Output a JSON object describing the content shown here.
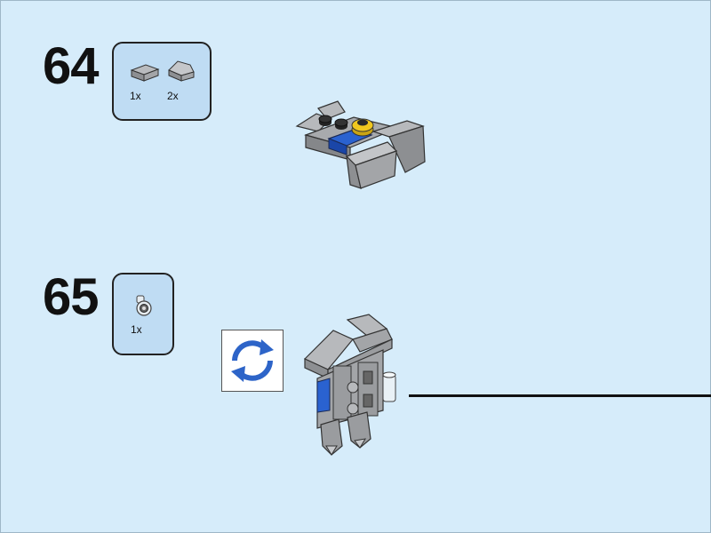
{
  "steps": [
    {
      "number": "64",
      "parts": [
        {
          "quantity": "1x",
          "icon": "grey-tile-1x2-icon"
        },
        {
          "quantity": "2x",
          "icon": "grey-slope-1x2-icon"
        }
      ]
    },
    {
      "number": "65",
      "parts": [
        {
          "quantity": "1x",
          "icon": "trans-clear-round-plate-with-clip-icon"
        }
      ]
    }
  ],
  "colors": {
    "background": "#d6ecfa",
    "parts_box": "#bfdcf3",
    "brick_grey": "#9a9c9f",
    "brick_blue": "#1f56c4",
    "brick_yellow": "#f1c81f",
    "rotate_arrows": "#2d64c8"
  },
  "rotate_indicator": {
    "icon": "rotate-model-icon"
  }
}
